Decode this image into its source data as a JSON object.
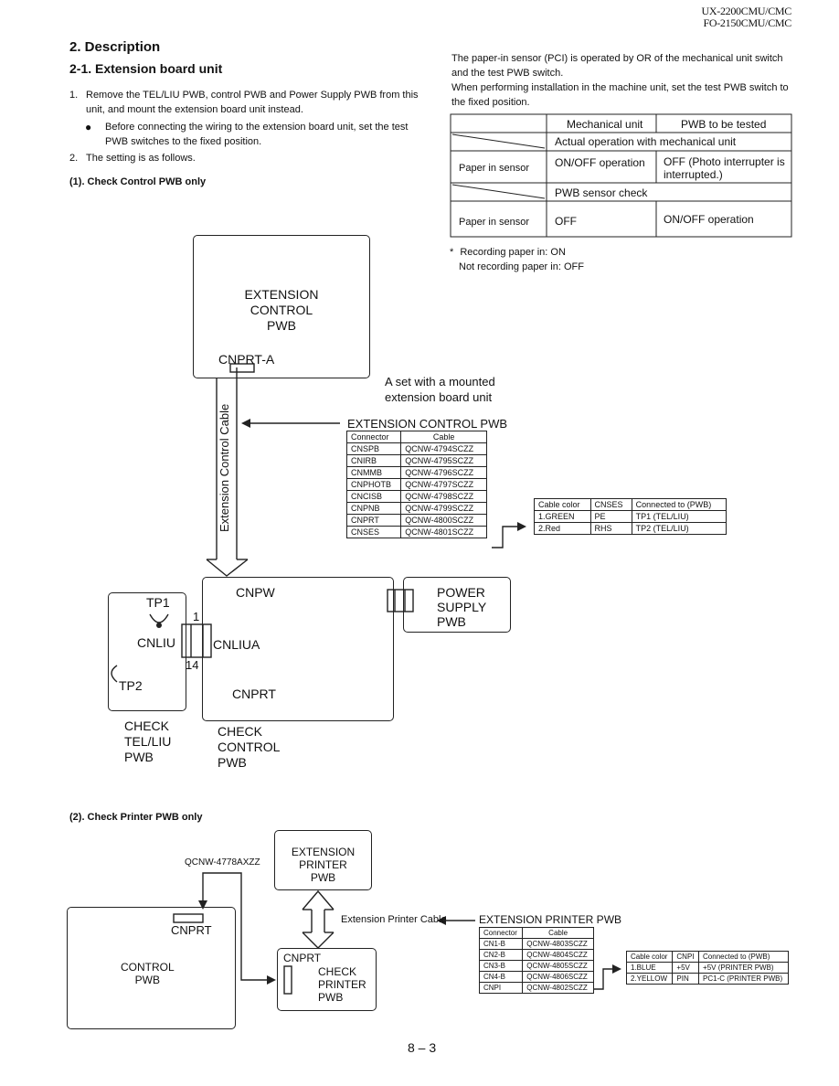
{
  "header": {
    "line1": "UX-2200CMU/CMC",
    "line2": "FO-2150CMU/CMC"
  },
  "section_title": "2. Description",
  "subsection_title": "2-1. Extension board unit",
  "steps": [
    {
      "num": "1.",
      "text": "Remove the TEL/LIU PWB, control PWB and Power Supply PWB from this unit, and mount the extension board unit instead."
    },
    {
      "num": "2.",
      "text": "The setting is as follows."
    }
  ],
  "bullet_note": "Before connecting the wiring to the extension board unit, set the test PWB switches to the fixed position.",
  "check1_title": "(1). Check Control PWB only",
  "check2_title": "(2). Check Printer PWB only",
  "right_intro": [
    "The paper-in sensor (PCI) is operated by OR of the mechanical unit switch and the test PWB switch.",
    "When performing installation in the machine unit, set the test PWB switch to the fixed position."
  ],
  "sensor_table": {
    "col1": "Mechanical unit",
    "col2": "PWB to be tested",
    "row1_span": "Actual operation with mechanical unit",
    "row2_label": "Paper in sensor",
    "row2_c1": "ON/OFF operation",
    "row2_c2": "OFF (Photo interrupter is interrupted.)",
    "row3_span": "PWB sensor check",
    "row4_label": "Paper in sensor",
    "row4_c1": "OFF",
    "row4_c2": "ON/OFF operation"
  },
  "recording_note": {
    "line1": "Recording paper in: ON",
    "line2": "Not recording paper in: OFF",
    "mark": "*"
  },
  "diagram1": {
    "ext_control_pwb": [
      "EXTENSION",
      "CONTROL",
      "PWB"
    ],
    "cnprt_a": "CNPRT-A",
    "cable_label": "Extension Control Cable",
    "set_note": [
      "A set with a mounted",
      "extension board unit"
    ],
    "table_title": "EXTENSION CONTROL PWB",
    "table_headers": [
      "Connector",
      "Cable"
    ],
    "table_rows": [
      [
        "CNSPB",
        "QCNW-4794SCZZ"
      ],
      [
        "CNIRB",
        "QCNW-4795SCZZ"
      ],
      [
        "CNMMB",
        "QCNW-4796SCZZ"
      ],
      [
        "CNPHOTB",
        "QCNW-4797SCZZ"
      ],
      [
        "CNCISB",
        "QCNW-4798SCZZ"
      ],
      [
        "CNPNB",
        "QCNW-4799SCZZ"
      ],
      [
        "CNPRT",
        "QCNW-4800SCZZ"
      ],
      [
        "CNSES",
        "QCNW-4801SCZZ"
      ]
    ],
    "color_headers": [
      "Cable color",
      "CNSES",
      "Connected to (PWB)"
    ],
    "color_rows": [
      [
        "1.GREEN",
        "PE",
        "TP1 (TEL/LIU)"
      ],
      [
        "2.Red",
        "RHS",
        "TP2 (TEL/LIU)"
      ]
    ],
    "tp1": "TP1",
    "tp2": "TP2",
    "cnliu": "CNLIU",
    "cnliua": "CNLIUA",
    "pin1": "1",
    "pin14": "14",
    "cnpw": "CNPW",
    "cnprt": "CNPRT",
    "power_supply": [
      "POWER",
      "SUPPLY",
      "PWB"
    ],
    "check_tel": [
      "CHECK",
      "TEL/LIU",
      "PWB"
    ],
    "check_control": [
      "CHECK",
      "CONTROL",
      "PWB"
    ]
  },
  "diagram2": {
    "ext_printer_pwb": [
      "EXTENSION",
      "PRINTER",
      "PWB"
    ],
    "cable_part": "QCNW-4778AXZZ",
    "cnprt": "CNPRT",
    "control_pwb": [
      "CONTROL",
      "PWB"
    ],
    "cable_label": "Extension Printer Cable",
    "table_title": "EXTENSION PRINTER PWB",
    "table_headers": [
      "Connector",
      "Cable"
    ],
    "table_rows": [
      [
        "CN1-B",
        "QCNW-4803SCZZ"
      ],
      [
        "CN2-B",
        "QCNW-4804SCZZ"
      ],
      [
        "CN3-B",
        "QCNW-4805SCZZ"
      ],
      [
        "CN4-B",
        "QCNW-4806SCZZ"
      ],
      [
        "CNPI",
        "QCNW-4802SCZZ"
      ]
    ],
    "color_headers": [
      "Cable color",
      "CNPI",
      "Connected to (PWB)"
    ],
    "color_rows": [
      [
        "1.BLUE",
        "+5V",
        "+5V (PRINTER PWB)"
      ],
      [
        "2.YELLOW",
        "PIN",
        "PC1-C (PRINTER PWB)"
      ]
    ],
    "check_printer": [
      "CHECK",
      "PRINTER",
      "PWB"
    ],
    "cnprt_check": "CNPRT"
  },
  "page_number": "8 – 3"
}
